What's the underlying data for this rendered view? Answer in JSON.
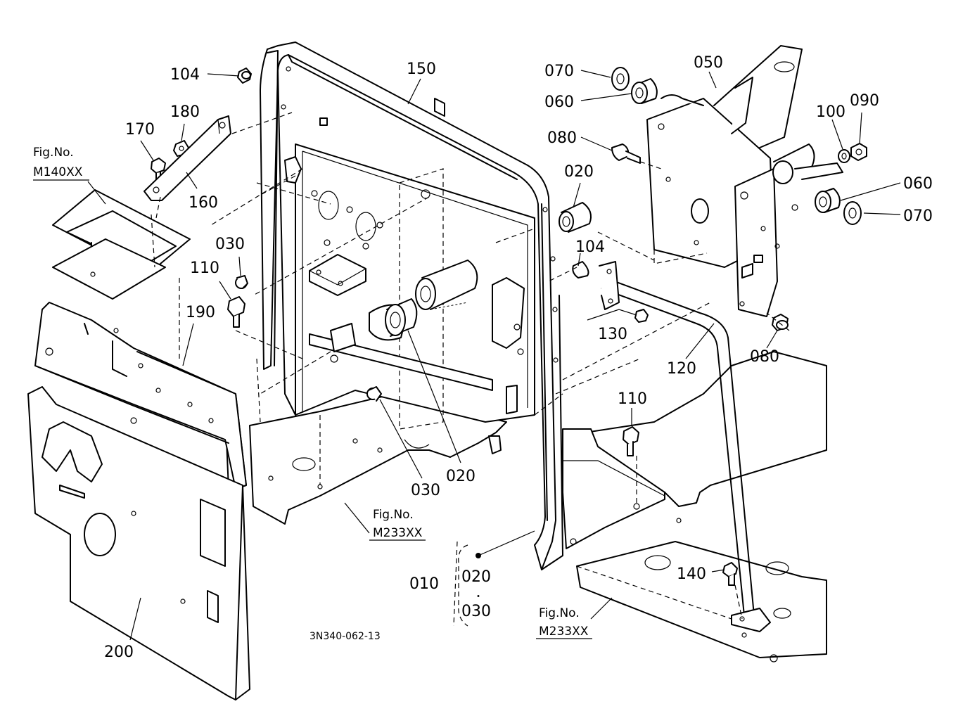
{
  "callouts": [
    {
      "id": "c-104-top",
      "text": "104"
    },
    {
      "id": "c-150",
      "text": "150"
    },
    {
      "id": "c-180",
      "text": "180"
    },
    {
      "id": "c-170",
      "text": "170"
    },
    {
      "id": "c-160",
      "text": "160"
    },
    {
      "id": "c-030-left",
      "text": "030"
    },
    {
      "id": "c-110-left",
      "text": "110"
    },
    {
      "id": "c-190",
      "text": "190"
    },
    {
      "id": "c-200",
      "text": "200"
    },
    {
      "id": "c-030-bottom",
      "text": "030"
    },
    {
      "id": "c-020-bottom",
      "text": "020"
    },
    {
      "id": "c-020-mid",
      "text": "020"
    },
    {
      "id": "c-104-mid",
      "text": "104"
    },
    {
      "id": "c-130",
      "text": "130"
    },
    {
      "id": "c-110-right",
      "text": "110"
    },
    {
      "id": "c-120",
      "text": "120"
    },
    {
      "id": "c-080-bottom",
      "text": "080"
    },
    {
      "id": "c-140",
      "text": "140"
    },
    {
      "id": "c-070-top",
      "text": "070"
    },
    {
      "id": "c-060-top",
      "text": "060"
    },
    {
      "id": "c-050",
      "text": "050"
    },
    {
      "id": "c-080-top",
      "text": "080"
    },
    {
      "id": "c-100",
      "text": "100"
    },
    {
      "id": "c-090",
      "text": "090"
    },
    {
      "id": "c-060-right",
      "text": "060"
    },
    {
      "id": "c-070-right",
      "text": "070"
    }
  ],
  "figure_refs": [
    {
      "id": "fig-m140",
      "label": "Fig.No.",
      "code": "M140XX"
    },
    {
      "id": "fig-m233-left",
      "label": "Fig.No.",
      "code": "M233XX"
    },
    {
      "id": "fig-m233-right",
      "label": "Fig.No.",
      "code": "M233XX"
    }
  ],
  "assembly_group": {
    "parent": "010",
    "members": [
      "020",
      "030"
    ],
    "separator": "・"
  },
  "drawing_code": "3N340-062-13"
}
